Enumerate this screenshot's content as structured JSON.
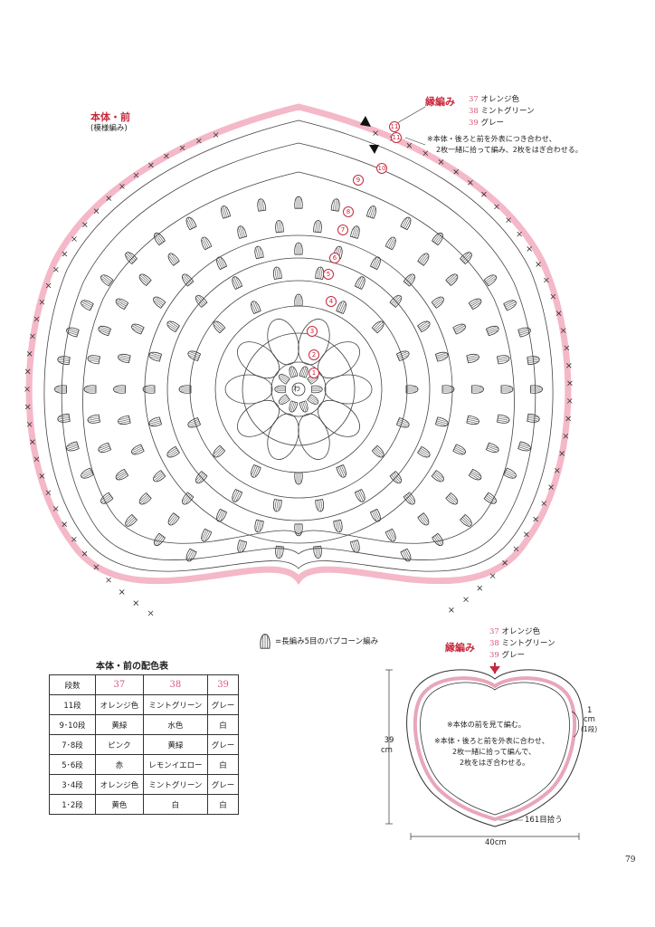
{
  "front": {
    "title": "本体・前",
    "subtitle": "(模様編み)",
    "center_label": "わ"
  },
  "edging_top": {
    "title": "縁編み",
    "colors": [
      {
        "num": "37",
        "name": "オレンジ色"
      },
      {
        "num": "38",
        "name": "ミントグリーン"
      },
      {
        "num": "39",
        "name": "グレー"
      }
    ],
    "note_line1": "※本体・後ろと前を外表につき合わせ、",
    "note_line2": "2枚一緒に拾って編み、2枚をはぎ合わせる。"
  },
  "round_numbers": [
    "1",
    "2",
    "3",
    "4",
    "5",
    "6",
    "7",
    "8",
    "9",
    "10",
    "11"
  ],
  "popcorn_legend": "=長編み5目のパプコーン編み",
  "color_table": {
    "title": "本体・前の配色表",
    "headers": [
      "段数",
      "37",
      "38",
      "39"
    ],
    "rows": [
      [
        "11段",
        "オレンジ色",
        "ミントグリーン",
        "グレー"
      ],
      [
        "9･10段",
        "黄緑",
        "水色",
        "白"
      ],
      [
        "7･8段",
        "ピンク",
        "黄緑",
        "グレー"
      ],
      [
        "5･6段",
        "赤",
        "レモンイエロー",
        "白"
      ],
      [
        "3･4段",
        "オレンジ色",
        "ミントグリーン",
        "グレー"
      ],
      [
        "1･2段",
        "黄色",
        "白",
        "白"
      ]
    ]
  },
  "edging_bottom": {
    "title": "縁編み",
    "colors": [
      {
        "num": "37",
        "name": "オレンジ色"
      },
      {
        "num": "38",
        "name": "ミントグリーン"
      },
      {
        "num": "39",
        "name": "グレー"
      }
    ],
    "note1": "※本体の前を見て編む。",
    "note2_line1": "※本体・後ろと前を外表に合わせ、",
    "note2_line2": "2枚一緒に拾って編んで、",
    "note2_line3": "2枚をはぎ合わせる。",
    "height_value": "39",
    "height_unit": "cm",
    "width_label": "40cm",
    "border_value": "1",
    "border_unit": "cm",
    "border_rows": "(1段)",
    "pickup_label": "161目拾う"
  },
  "page_number": "79"
}
